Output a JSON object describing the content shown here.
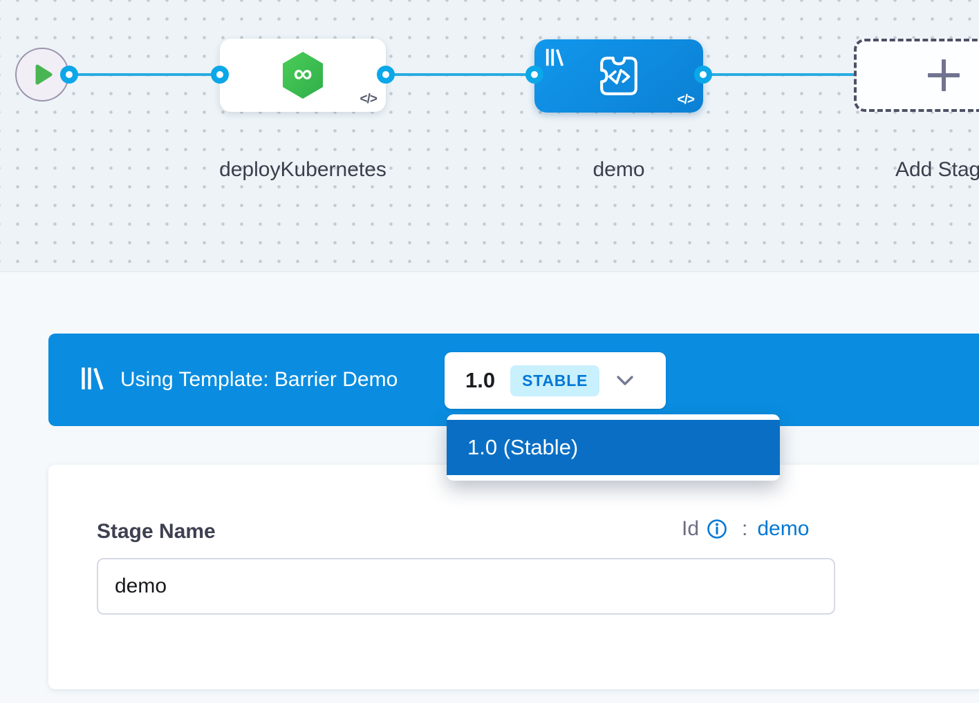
{
  "colors": {
    "banner_blue": "#0a8de0",
    "dropdown_item_blue": "#0a6fc4",
    "stage_node_blue": "#0e8ce2",
    "connector_blue": "#2aabe2",
    "port_ring_blue": "#0ba7e8",
    "link_blue": "#0278d5",
    "stable_badge_bg": "#c9f0fd",
    "deploy_green": "#3fbf4d",
    "canvas_bg": "#edf3f7",
    "text_dark": "#3b3e4b",
    "text_gray": "#6b6d85"
  },
  "icons": {
    "play": "play-triangle",
    "code": "</>",
    "infinity": "∞",
    "plus": "+",
    "template_library": "library-bars",
    "chevron_down": "chevron-down",
    "info": "info-circle"
  },
  "canvas": {
    "start_node": "pipeline-start",
    "stages": [
      {
        "label": "deployKubernetes",
        "type": "deploy"
      },
      {
        "label": "demo",
        "type": "custom-template"
      }
    ],
    "add_stage_label": "Add Stage"
  },
  "template_banner": {
    "label": "Using Template: Barrier Demo",
    "version": "1.0",
    "version_badge": "STABLE"
  },
  "version_dropdown": {
    "items": [
      {
        "label": "1.0 (Stable)",
        "selected": true
      }
    ]
  },
  "stage_form": {
    "name_label": "Stage Name",
    "name_value": "demo",
    "id_label": "Id",
    "id_separator": ":",
    "id_value": "demo"
  }
}
